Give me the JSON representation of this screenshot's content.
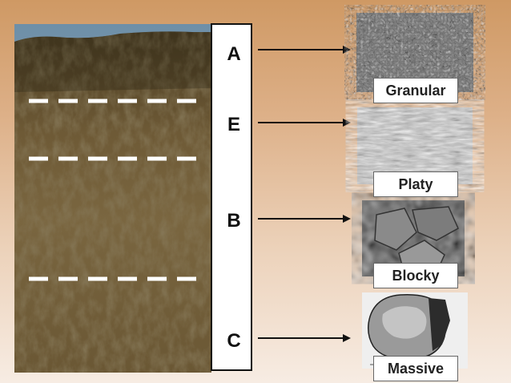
{
  "horizons": [
    {
      "letter": "A",
      "structure": "Granular"
    },
    {
      "letter": "E",
      "structure": "Platy"
    },
    {
      "letter": "B",
      "structure": "Blocky"
    },
    {
      "letter": "C",
      "structure": "Massive"
    }
  ],
  "colors": {
    "background_top": "#cf9964",
    "background_bottom": "#f7ece3",
    "soil": "#5d4a2a",
    "boundary_dash": "#ffffff",
    "arrow": "#111111"
  }
}
